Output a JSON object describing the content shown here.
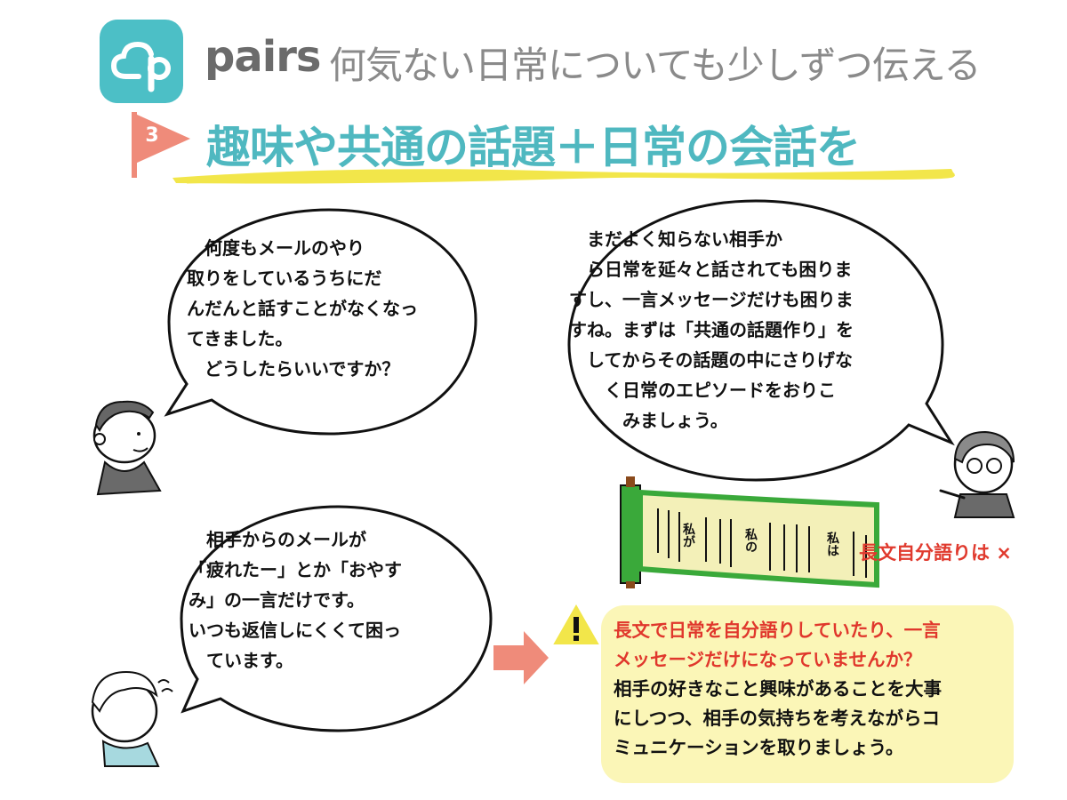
{
  "header": {
    "brand": "pairs",
    "headline": "何気ない日常についても少しずつ伝える"
  },
  "section": {
    "number": "3",
    "title": "趣味や共通の話題＋日常の会話を"
  },
  "bubbles": {
    "question_1": "　何度もメールのやり\n取りをしているうちにだ\nんだんと話すことがなくなっ\nてきました。\n　どうしたらいいですか？",
    "question_2": "　相手からのメールが\n「疲れたー」とか「おやす\nみ」の一言だけです。\nいつも返信しにくくて困っ\n　ています。",
    "answer": "　まだよく知らない相手か\n　ら日常を延々と話されても困りま\nすし、一言メッセージだけも困りま\nすね。まずは「共通の話題作り」を\n　してからその話題の中にさりげな\n　　く日常のエピソードをおりこ\n　　　みましょう。"
  },
  "scroll": {
    "lines": [
      "私が",
      "私の",
      "私は"
    ],
    "label": "長文自分語りは ×"
  },
  "advice": {
    "warning_lines": [
      "長文で日常を自分語りしていたり、一言",
      "メッセージだけになっていませんか？"
    ],
    "body_lines": [
      "相手の好きなこと興味があることを大事",
      "にしつつ、相手の気持ちを考えながらコ",
      "ミュニケーションを取りましょう。"
    ]
  },
  "colors": {
    "brand_teal": "#4cbfc6",
    "title_teal": "#4fb8c0",
    "flag_salmon": "#ef8b7a",
    "highlight_yellow": "#f2e64a",
    "warning_red": "#e0372c",
    "advice_bg": "#fbf6b7",
    "scroll_green": "#3aa93a"
  },
  "icons": [
    "pairs-logo-icon",
    "flag-icon",
    "arrow-right-icon",
    "warning-icon",
    "scroll-icon"
  ]
}
